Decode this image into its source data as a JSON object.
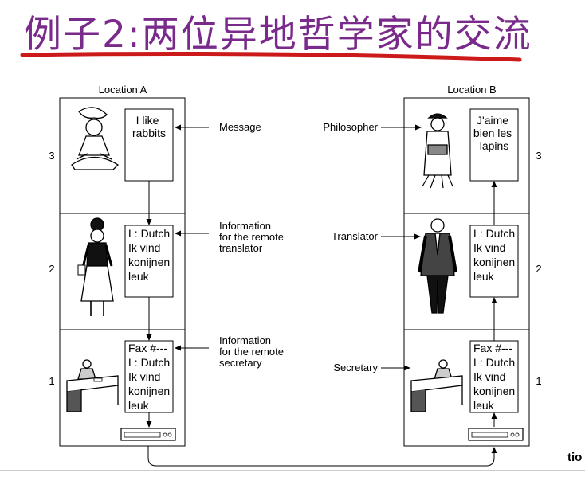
{
  "title": "例子2:两位异地哲学家的交流",
  "colors": {
    "title": "#7a2a8a",
    "underline": "#cc1a1a"
  },
  "locations": [
    "Location A",
    "Location B"
  ],
  "layer_numbers": [
    "3",
    "2",
    "1"
  ],
  "labels": {
    "message": "Message",
    "info_translator": [
      "Information",
      "for the remote",
      "translator"
    ],
    "info_secretary": [
      "Information",
      "for the remote",
      "secretary"
    ],
    "philosopher": "Philosopher",
    "translator": "Translator",
    "secretary": "Secretary"
  },
  "notes": {
    "a3": [
      "I like",
      "rabbits"
    ],
    "a2": [
      "L: Dutch",
      "Ik vind",
      "konijnen",
      "leuk"
    ],
    "a1": [
      "Fax #---",
      "L: Dutch",
      "Ik vind",
      "konijnen",
      "leuk"
    ],
    "b3": [
      "J'aime",
      "bien les",
      "lapins"
    ],
    "b2": [
      "L: Dutch",
      "Ik vind",
      "konijnen",
      "leuk"
    ],
    "b1": [
      "Fax #---",
      "L: Dutch",
      "Ik vind",
      "konijnen",
      "leuk"
    ]
  },
  "footer": "tio"
}
